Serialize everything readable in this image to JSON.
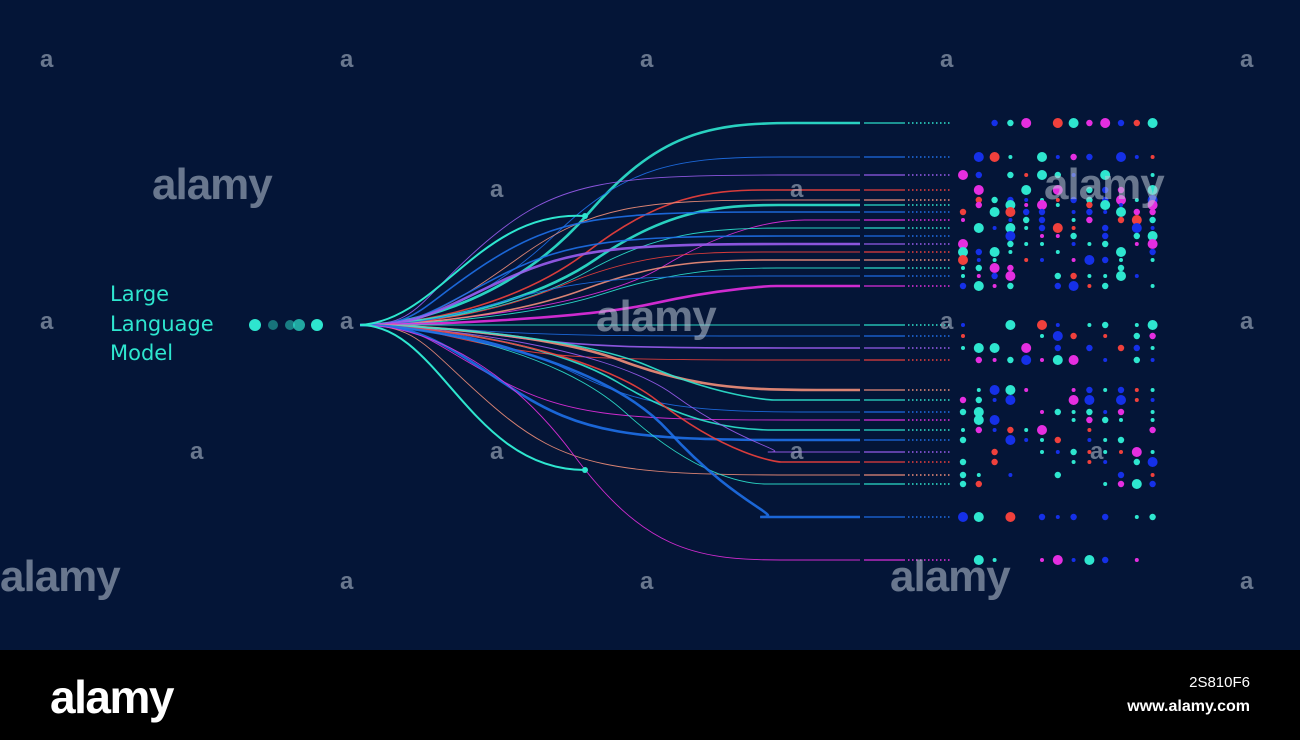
{
  "title_lines": [
    "Large",
    "Language",
    "Model"
  ],
  "watermark": {
    "brand": "alamy",
    "letter": "a"
  },
  "footer": {
    "logo": "alamy",
    "image_id": "2S810F6",
    "url": "www.alamy.com"
  },
  "colors": {
    "background": "#041537",
    "teal": "#2ee6cf",
    "blue": "#1e6fe8",
    "violet": "#9a5cf0",
    "magenta": "#e52ee0",
    "red": "#f0403c",
    "peach": "#f28f7a",
    "deep_blue": "#1530e8"
  },
  "icons": [
    "node-dots-icon",
    "data-grid-icon"
  ]
}
